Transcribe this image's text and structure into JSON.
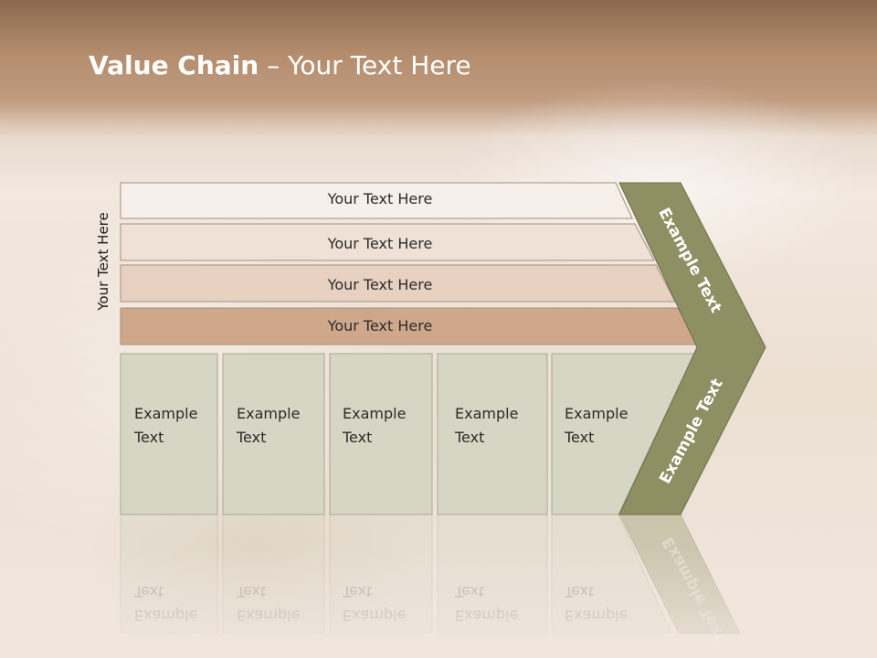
{
  "title": {
    "bold": "Value Chain",
    "rest": " – Your Text Here"
  },
  "side_label": "Your Text Here",
  "rows": [
    {
      "label": "Your Text Here"
    },
    {
      "label": "Your Text Here"
    },
    {
      "label": "Your Text Here"
    },
    {
      "label": "Your Text Here"
    }
  ],
  "columns": [
    {
      "line1": "Example",
      "line2": "Text"
    },
    {
      "line1": "Example",
      "line2": "Text"
    },
    {
      "line1": "Example",
      "line2": "Text"
    },
    {
      "line1": "Example",
      "line2": "Text"
    },
    {
      "line1": "Example",
      "line2": "Text"
    }
  ],
  "arrow": {
    "upper_label": "Example Text",
    "lower_label": "Example Text"
  },
  "colors": {
    "row_fills": [
      "#f6efea",
      "#f0e1d7",
      "#e8d1c1",
      "#cfa88c"
    ],
    "row_stroke": "#a58f80",
    "column_fill": "#d5d6c3",
    "column_stroke": "#a7a996",
    "arrow_fill": "#8e8f62",
    "arrow_stroke": "#6e6f48"
  }
}
